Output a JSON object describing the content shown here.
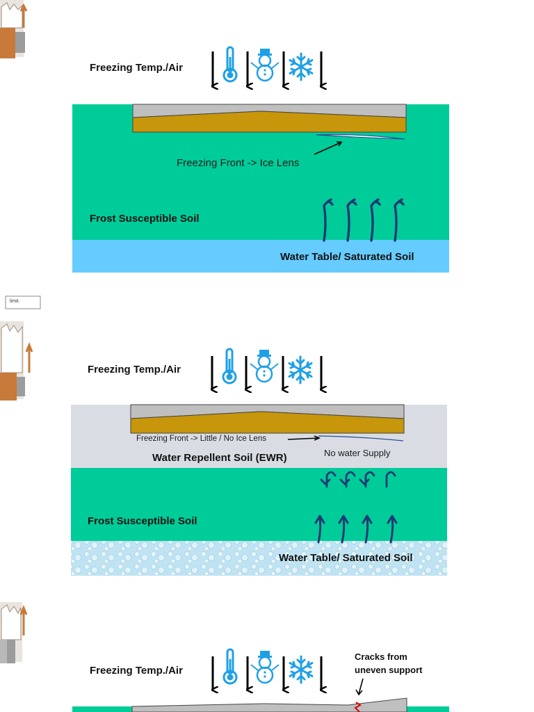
{
  "panel1": {
    "freezing_label": "Freezing Temp./Air",
    "front_label": "Freezing Front -> Ice Lens",
    "soil_label": "Frost Susceptible Soil",
    "water_label": "Water Table/ Saturated Soil"
  },
  "panel2": {
    "stub_label": "limit.",
    "freezing_label": "Freezing Temp./Air",
    "front_label": "Freezing Front -> Little / No Ice Lens",
    "ewr_label": "Water Repellent Soil (EWR)",
    "no_water_label": "No water Supply",
    "soil_label": "Frost Susceptible Soil",
    "water_label": "Water Table/ Saturated Soil"
  },
  "panel3": {
    "freezing_label": "Freezing Temp./Air",
    "cracks_label_line1": "Cracks from",
    "cracks_label_line2": "uneven support"
  },
  "colors": {
    "soil_green": "#00cc99",
    "water_blue": "#66ccff",
    "ewr_grey": "#d9dde3",
    "pavement_grey": "#bfbfbf",
    "base_gold": "#c8960a",
    "icon_blue": "#1ea0e6",
    "arrow_navy": "#1f3a73"
  },
  "icons": [
    "thermometer-icon",
    "snowman-icon",
    "snowflake-icon",
    "arrow-down-icon",
    "arrow-up-icon",
    "crack-icon"
  ]
}
